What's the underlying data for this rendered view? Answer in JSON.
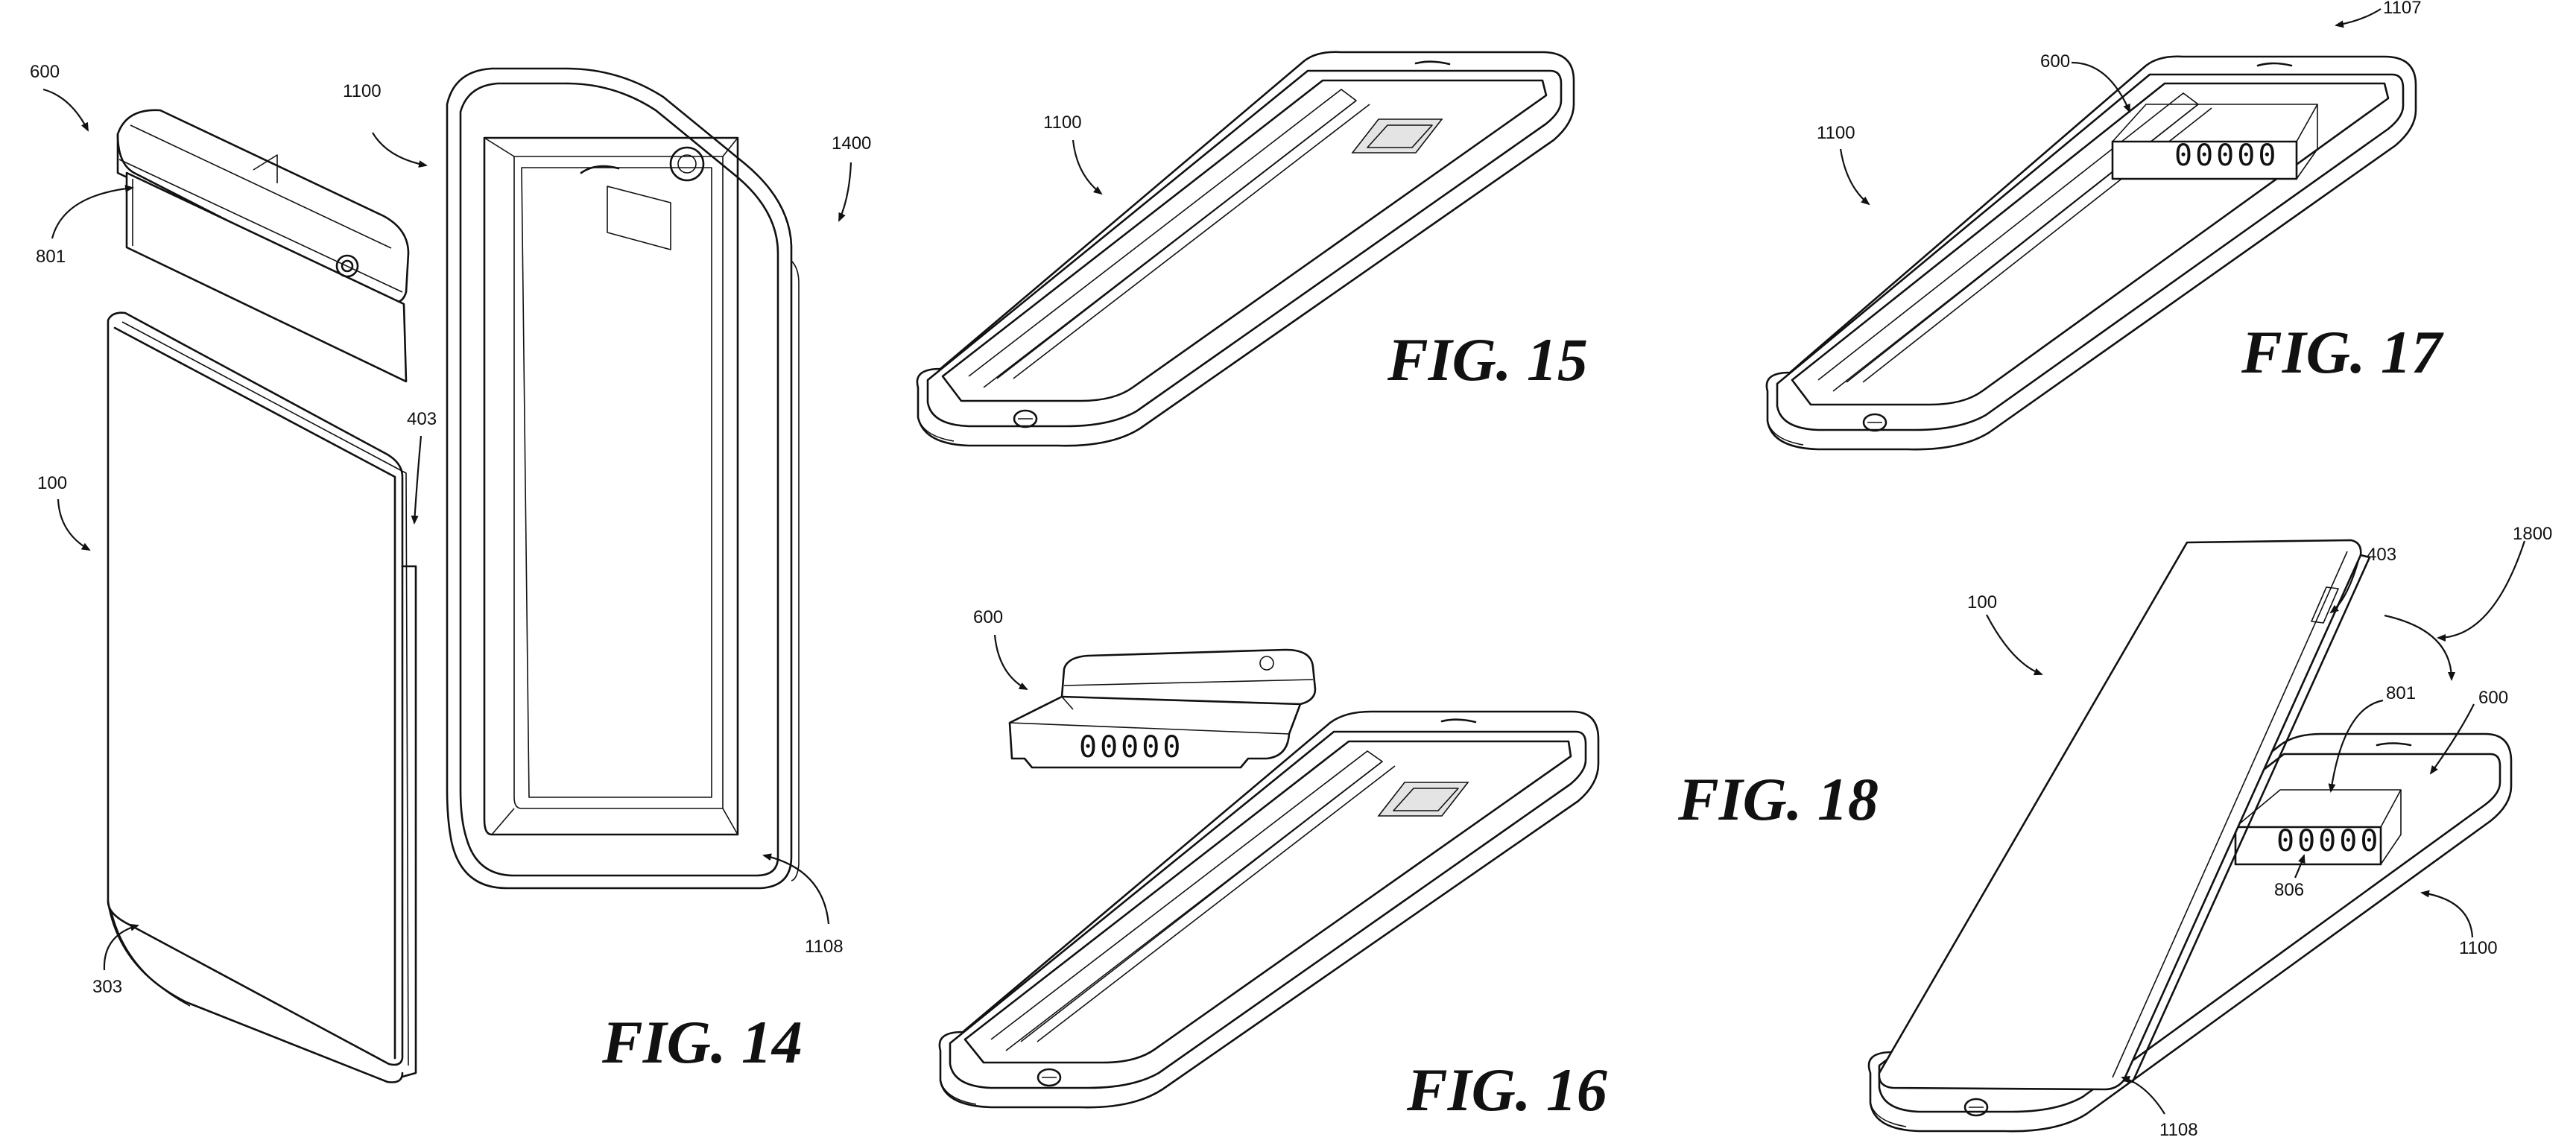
{
  "figures": {
    "fig14": {
      "title": "FIG. 14",
      "labels": {
        "l600": "600",
        "l801": "801",
        "l1100": "1100",
        "l1400": "1400",
        "l403": "403",
        "l100": "100",
        "l303": "303",
        "l1108": "1108"
      }
    },
    "fig15": {
      "title": "FIG. 15",
      "labels": {
        "l1100": "1100"
      }
    },
    "fig16": {
      "title": "FIG. 16",
      "labels": {
        "l600": "600"
      },
      "pins": "00000"
    },
    "fig17": {
      "title": "FIG. 17",
      "labels": {
        "l1107": "1107",
        "l600": "600",
        "l1100": "1100"
      },
      "pins": "00000"
    },
    "fig18": {
      "title": "FIG. 18",
      "labels": {
        "l1800": "1800",
        "l403": "403",
        "l100": "100",
        "l801": "801",
        "l600": "600",
        "l806": "806",
        "l1100": "1100",
        "l1108": "1108"
      },
      "pins": "00000"
    }
  },
  "colors": {
    "line": "#111111",
    "background": "#ffffff"
  }
}
